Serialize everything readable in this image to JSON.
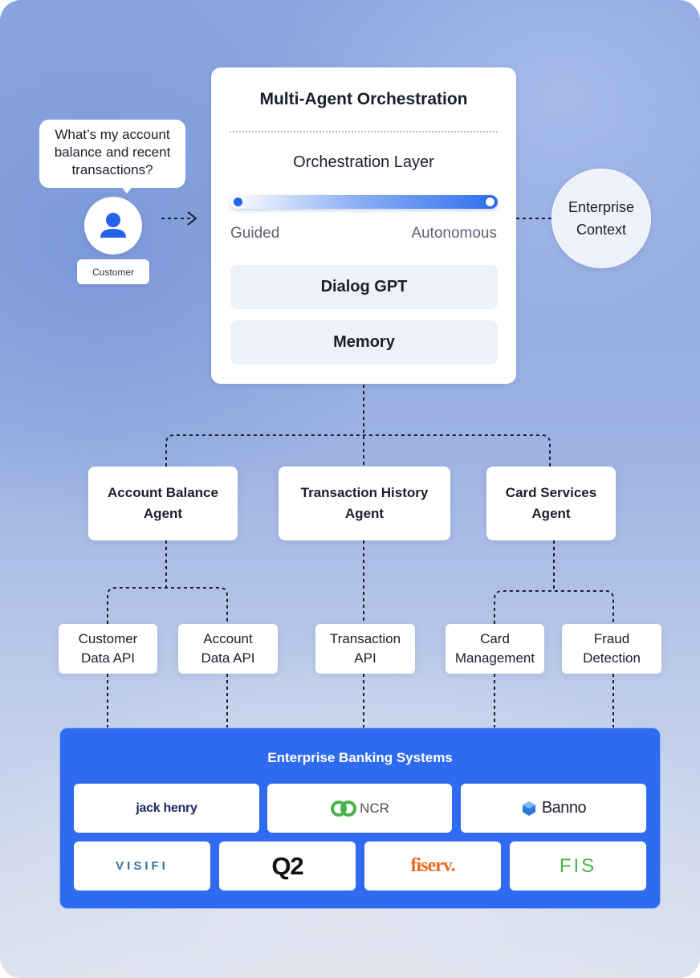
{
  "customer": {
    "question": "What’s my account balance and recent transactions?",
    "label": "Customer",
    "avatar_icon": "user-icon"
  },
  "orchestration": {
    "title": "Multi-Agent Orchestration",
    "layer_title": "Orchestration Layer",
    "slider_min_label": "Guided",
    "slider_max_label": "Autonomous",
    "modules": [
      "Dialog GPT",
      "Memory"
    ]
  },
  "enterprise_context": {
    "label": "Enterprise Context"
  },
  "agents": [
    {
      "label": "Account Balance Agent"
    },
    {
      "label": "Transaction History Agent"
    },
    {
      "label": "Card Services Agent"
    }
  ],
  "apis": [
    {
      "label": "Customer Data API"
    },
    {
      "label": "Account Data API"
    },
    {
      "label": "Transaction API"
    },
    {
      "label": "Card Management"
    },
    {
      "label": "Fraud Detection"
    }
  ],
  "banking": {
    "title": "Enterprise Banking Systems",
    "logos": [
      {
        "name": "jack henry",
        "color": "#1f2a63"
      },
      {
        "name": "NCR",
        "color": "#4bb34a"
      },
      {
        "name": "Banno",
        "color": "#2a7bd5"
      },
      {
        "name": "VISIFI",
        "color": "#3a6ea5"
      },
      {
        "name": "Q2",
        "color": "#111111"
      },
      {
        "name": "fiserv.",
        "color": "#f06a1d"
      },
      {
        "name": "FIS",
        "color": "#4bb34a"
      }
    ]
  },
  "colors": {
    "accent": "#2f6bf0",
    "card": "#ffffff",
    "module_bg": "#edf1fc"
  }
}
